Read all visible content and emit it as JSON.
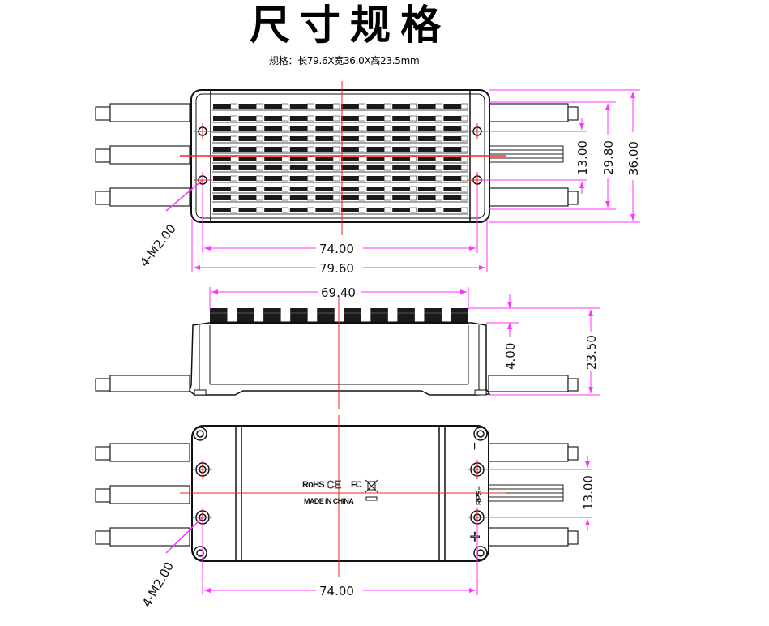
{
  "title": "尺寸规格",
  "subtitle": "规格：长79.6X宽36.0X高23.5mm",
  "colors": {
    "outline": "#111111",
    "dimension": "#ff33ff",
    "centerline": "#ff2020",
    "fin_dark": "#1a1a1a",
    "background": "#ffffff"
  },
  "views": {
    "top": {
      "name": "top-view",
      "dimensions": {
        "hole_spacing_length": "74.00",
        "overall_length": "79.60",
        "hole_spacing_width": "13.00",
        "body_width": "29.80",
        "overall_width": "36.00",
        "mount_holes": "4-M2.00"
      }
    },
    "side": {
      "name": "side-view",
      "dimensions": {
        "heatsink_length": "69.40",
        "fin_height": "4.00",
        "overall_height": "23.50"
      },
      "fin_count": 10
    },
    "bottom": {
      "name": "bottom-view",
      "dimensions": {
        "hole_spacing_length": "74.00",
        "hole_spacing_width": "13.00",
        "mount_holes": "4-M2.00"
      },
      "label_line1": "RoHS",
      "label_ce": "CE",
      "label_fc": "FC",
      "label_line2": "MADE IN CHINA",
      "pin_minus": "−",
      "pin_plus": "+",
      "pin_signal": "RPS−"
    }
  }
}
